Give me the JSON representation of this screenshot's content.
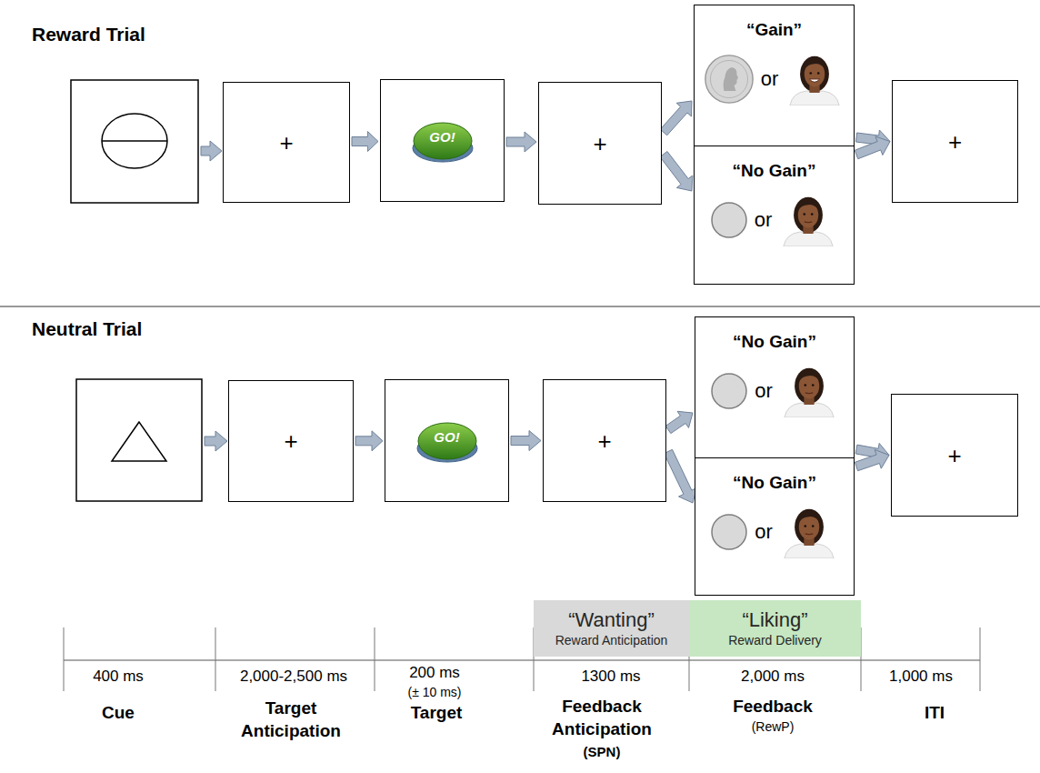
{
  "diagram": {
    "nodes": [
      {
        "text": [
          "+"
        ]
      },
      {
        "text": [
          "GO!"
        ]
      },
      {
        "text": [
          "+"
        ]
      },
      {
        "text": [
          "“Gain”",
          "or"
        ]
      },
      {
        "text": [
          "“No Gain”",
          "or"
        ]
      },
      {
        "text": [
          "+"
        ]
      },
      {
        "text": [
          "+"
        ]
      },
      {
        "text": [
          "GO!"
        ]
      },
      {
        "text": [
          "+"
        ]
      },
      {
        "text": [
          "“No Gain”",
          "or"
        ]
      },
      {
        "text": [
          "“No Gain”",
          "or"
        ]
      },
      {
        "text": [
          "+"
        ]
      },
      {
        "text": [
          "“Wanting”",
          "Reward Anticipation"
        ]
      },
      {
        "text": [
          "“Liking”",
          "Reward Delivery"
        ]
      }
    ],
    "edges": [
      {
        "from": 0,
        "to": 1,
        "arrow": "to"
      },
      {
        "from": 1,
        "to": 2,
        "arrow": "to"
      },
      {
        "from": 2,
        "to": 3,
        "arrow": "to"
      },
      {
        "from": 2,
        "to": 4,
        "arrow": "to"
      },
      {
        "from": 3,
        "to": 5,
        "arrow": "to"
      },
      {
        "from": 4,
        "to": 5,
        "arrow": "to"
      },
      {
        "from": 6,
        "to": 7,
        "arrow": "to"
      },
      {
        "from": 7,
        "to": 8,
        "arrow": "to"
      },
      {
        "from": 8,
        "to": 9,
        "arrow": "to"
      },
      {
        "from": 8,
        "to": 10,
        "arrow": "to"
      },
      {
        "from": 9,
        "to": 11,
        "arrow": "to"
      },
      {
        "from": 10,
        "to": 11,
        "arrow": "to"
      }
    ],
    "labels": [
      "Reward Trial",
      "Neutral Trial",
      "400 ms",
      "2,000-2,500 ms",
      "200 ms",
      "(± 10 ms)",
      "1300 ms",
      "2,000 ms",
      "1,000 ms",
      "Cue",
      "Target Anticipation",
      "Target",
      "Feedback Anticipation",
      "(SPN)",
      "Feedback",
      "(RewP)",
      "ITI"
    ]
  }
}
